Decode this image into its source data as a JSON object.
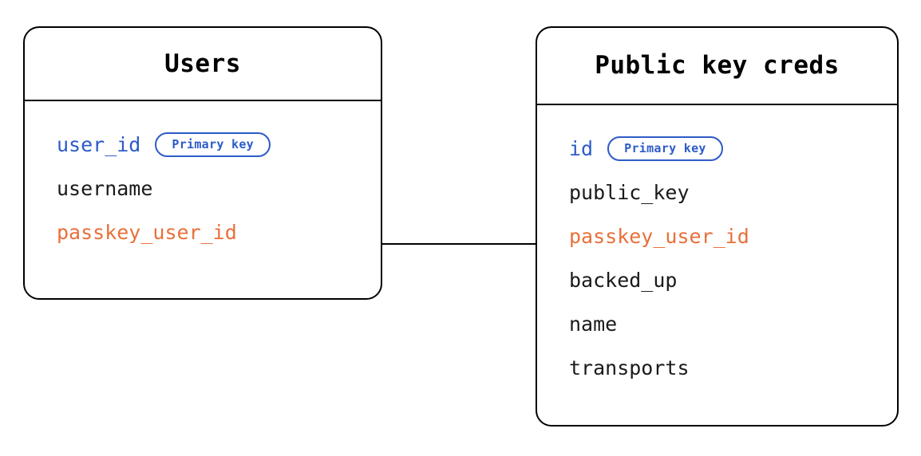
{
  "diagram": {
    "type": "entity-relationship-diagram",
    "background_color": "#ffffff",
    "colors": {
      "border": "#000000",
      "text": "#1a1a1a",
      "primary_key": "#2d5bc8",
      "foreign_key": "#e8703a"
    },
    "entities": [
      {
        "id": "users",
        "title": "Users",
        "fields": [
          {
            "name": "user_id",
            "role": "primary_key",
            "badge": "Primary key"
          },
          {
            "name": "username",
            "role": "plain",
            "badge": null
          },
          {
            "name": "passkey_user_id",
            "role": "foreign_key",
            "badge": null
          }
        ]
      },
      {
        "id": "public_key_creds",
        "title": "Public key creds",
        "fields": [
          {
            "name": "id",
            "role": "primary_key",
            "badge": "Primary key"
          },
          {
            "name": "public_key",
            "role": "plain",
            "badge": null
          },
          {
            "name": "passkey_user_id",
            "role": "foreign_key",
            "badge": null
          },
          {
            "name": "backed_up",
            "role": "plain",
            "badge": null
          },
          {
            "name": "name",
            "role": "plain",
            "badge": null
          },
          {
            "name": "transports",
            "role": "plain",
            "badge": null
          }
        ]
      }
    ],
    "relationships": [
      {
        "from_entity": "users",
        "from_field": "passkey_user_id",
        "to_entity": "public_key_creds",
        "to_field": "passkey_user_id",
        "style": "solid-line"
      }
    ]
  }
}
